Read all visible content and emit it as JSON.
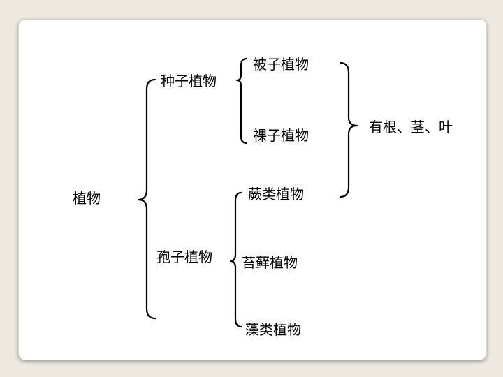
{
  "diagram": {
    "root": "植物",
    "groups": [
      {
        "label": "种子植物",
        "children": [
          "被子植物",
          "裸子植物"
        ]
      },
      {
        "label": "孢子植物",
        "children": [
          "蕨类植物",
          "苔藓植物",
          "藻类植物"
        ]
      }
    ],
    "annotation": "有根、茎、叶"
  }
}
